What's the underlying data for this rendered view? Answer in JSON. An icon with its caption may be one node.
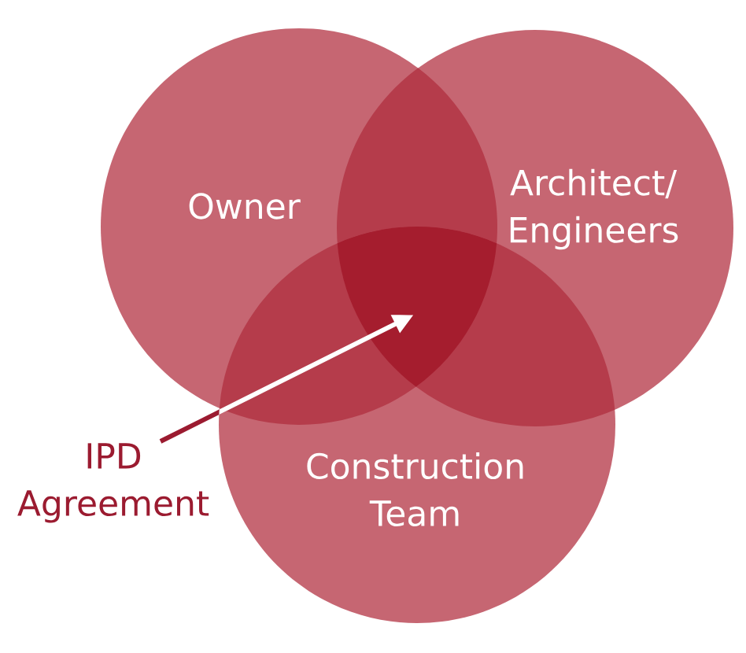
{
  "diagram": {
    "nodes": [
      {
        "text": [
          "Owner"
        ]
      },
      {
        "text": [
          "Architect/ Engineers"
        ]
      },
      {
        "text": [
          "Construction Team"
        ]
      },
      {
        "text": [
          "IPD Agreement"
        ]
      },
      {
        "text": [],
        "shape": "triangle"
      }
    ],
    "edges": [
      {
        "from": 3,
        "to": 4,
        "arrow": "to"
      }
    ]
  }
}
